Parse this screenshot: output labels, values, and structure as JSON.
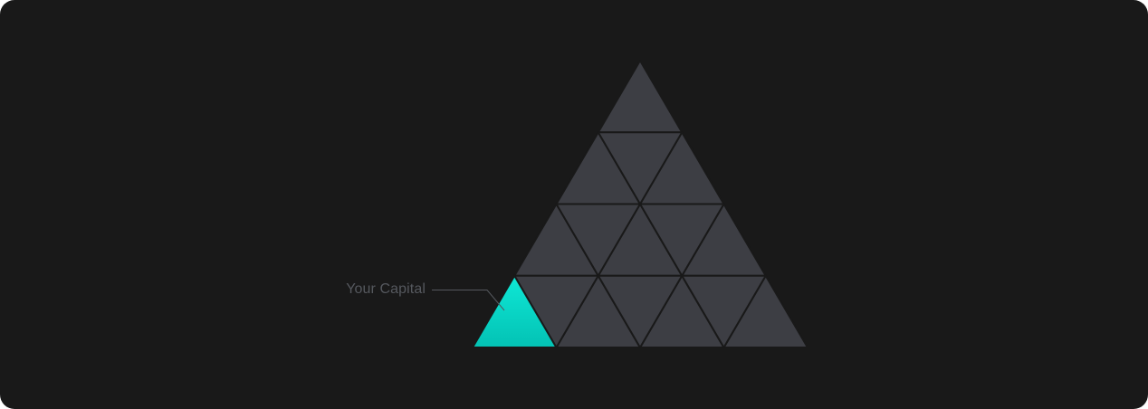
{
  "diagram": {
    "type": "triangle-pyramid",
    "rows": 4,
    "highlighted_cell": "bottom-left",
    "callout": {
      "label": "Your Capital"
    },
    "colors": {
      "background": "#191919",
      "tile": "#3d3e44",
      "tile_border": "#191919",
      "highlight_start": "#0fe8d6",
      "highlight_end": "#03c2b4",
      "label_text": "#55585e",
      "leader_line": "#55585e"
    }
  }
}
